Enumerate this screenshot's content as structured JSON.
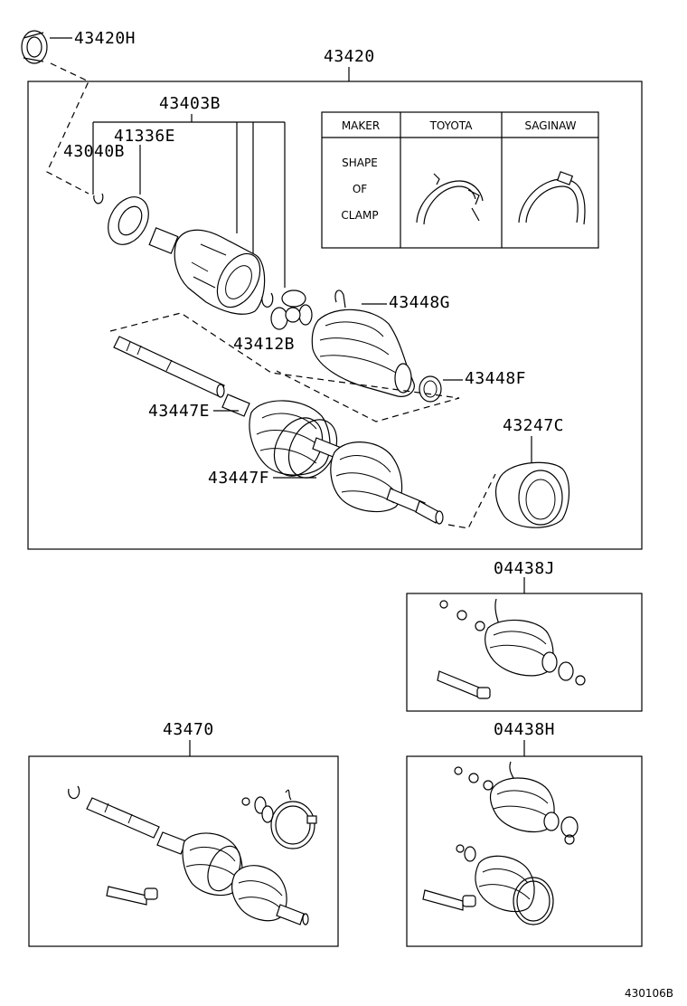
{
  "labels": {
    "p43420H": "43420H",
    "p43420": "43420",
    "p43403B": "43403B",
    "p41336E": "41336E",
    "p43040B": "43040B",
    "p43448G": "43448G",
    "p43412B": "43412B",
    "p43448F": "43448F",
    "p43447E": "43447E",
    "p43247C": "43247C",
    "p43447F": "43447F",
    "p04438J": "04438J",
    "p43470": "43470",
    "p04438H": "04438H"
  },
  "clamp_table": {
    "maker_header": "MAKER",
    "toyota": "TOYOTA",
    "saginaw": "SAGINAW",
    "shape_line1": "SHAPE",
    "shape_line2": "OF",
    "shape_line3": "CLAMP"
  },
  "figure_number": "430106B"
}
